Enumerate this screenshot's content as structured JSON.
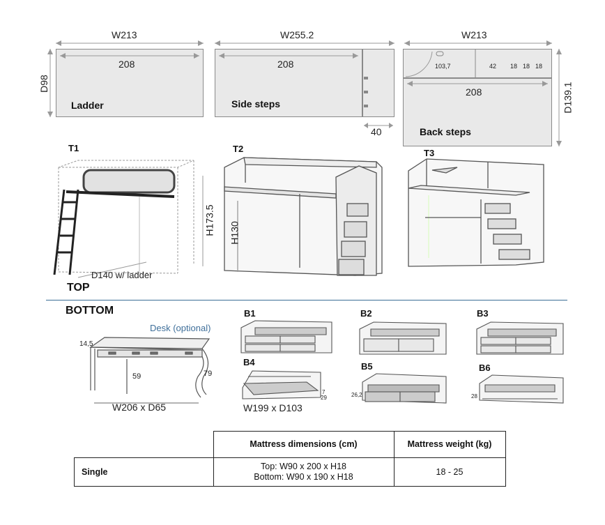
{
  "top_plans": [
    {
      "width": "W213",
      "inner": "208",
      "depth": "D98",
      "label": "Ladder"
    },
    {
      "width": "W255.2",
      "inner": "208",
      "extra": "40",
      "label": "Side steps"
    },
    {
      "width": "W213",
      "inner": "208",
      "depth": "D139.1",
      "label": "Back steps",
      "sub": [
        "103,7",
        "42",
        "18",
        "18",
        "18"
      ]
    }
  ],
  "top_views": [
    {
      "code": "T1",
      "height": "H173.5",
      "note": "D140 w/ ladder"
    },
    {
      "code": "T2",
      "height": "H130"
    },
    {
      "code": "T3"
    }
  ],
  "sections": {
    "top": "TOP",
    "bottom": "BOTTOM"
  },
  "desk": {
    "title": "Desk (optional)",
    "dim_left": "14,5",
    "dim_mid": "59",
    "dim_right": "79",
    "size": "W206 x D65"
  },
  "bottom_views": [
    {
      "code": "B1"
    },
    {
      "code": "B2"
    },
    {
      "code": "B3"
    },
    {
      "code": "B4",
      "size": "W199 x D103",
      "dims": [
        "7",
        "29"
      ]
    },
    {
      "code": "B5",
      "dim": "26,2"
    },
    {
      "code": "B6",
      "dim": "28"
    }
  ],
  "table": {
    "headers": [
      "Mattress dimensions (cm)",
      "Mattress weight (kg)"
    ],
    "rows": [
      {
        "type": "Single",
        "dims": [
          "Top: W90 x 200 x H18",
          "Bottom: W90 x 190 x H18"
        ],
        "weight": "18 - 25"
      }
    ]
  },
  "colors": {
    "panel": "#e9e9e9",
    "outline": "#8a8a8a",
    "rule": "#3a6e96",
    "desk_title": "#3f6f9a"
  }
}
